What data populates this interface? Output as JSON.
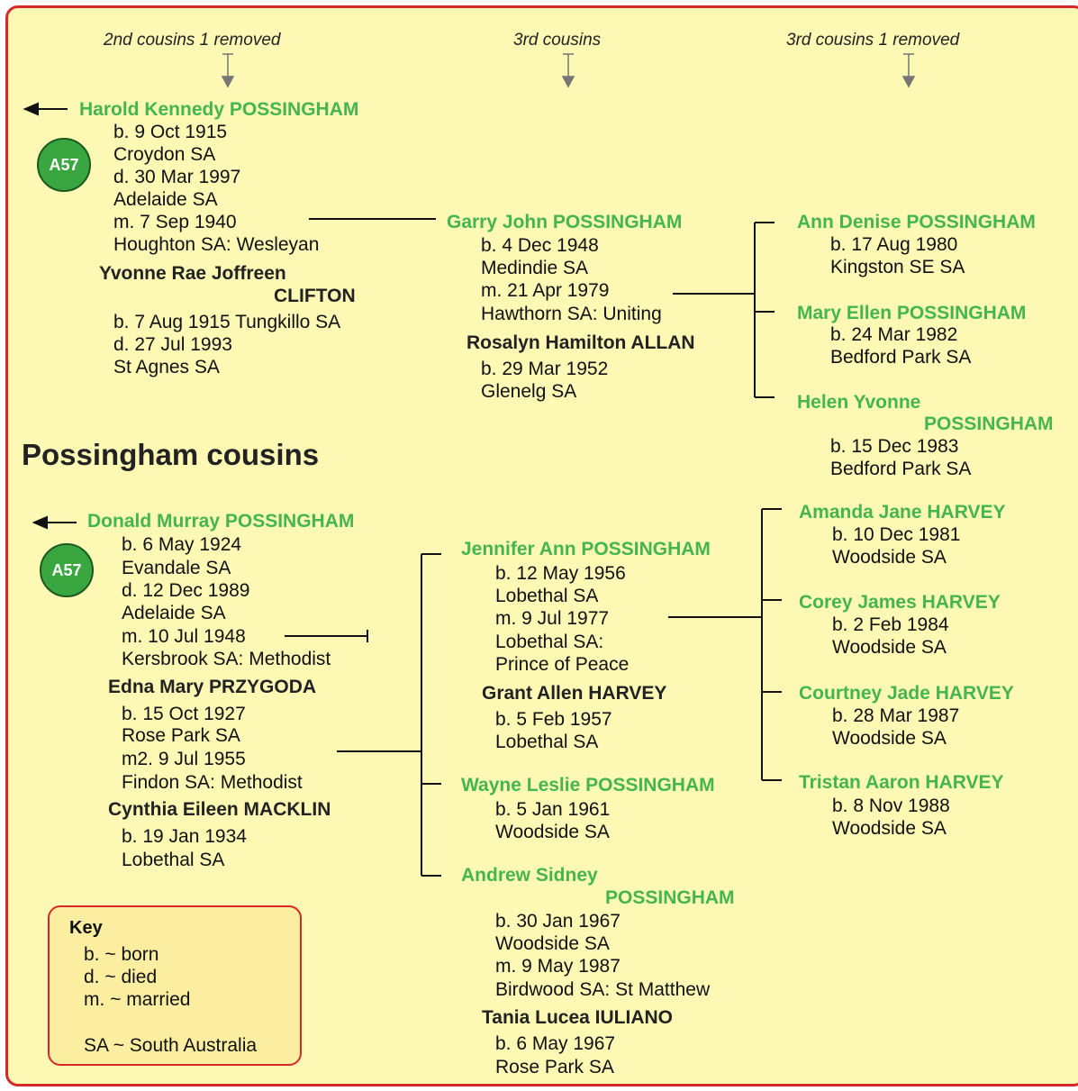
{
  "headers": [
    "2nd cousins 1 removed",
    "3rd cousins",
    "3rd cousins 1 removed"
  ],
  "title": "Possingham cousins",
  "badge_label": "A57",
  "people": {
    "harold": {
      "name": "Harold Kennedy POSSINGHAM",
      "details": [
        "b. 9 Oct 1915",
        "Croydon SA",
        "d. 30 Mar 1997",
        "Adelaide SA",
        "m. 7 Sep 1940",
        "Houghton SA: Wesleyan"
      ]
    },
    "yvonne": {
      "name_line1": "Yvonne Rae Joffreen",
      "name_line2": "CLIFTON",
      "details": [
        "b. 7 Aug 1915 Tungkillo SA",
        "d. 27 Jul 1993",
        "St Agnes SA"
      ]
    },
    "garry": {
      "name": "Garry John POSSINGHAM",
      "details": [
        "b. 4 Dec 1948",
        "Medindie SA",
        "m. 21 Apr 1979",
        "Hawthorn SA: Uniting"
      ]
    },
    "rosalyn": {
      "name": "Rosalyn Hamilton ALLAN",
      "details": [
        "b. 29 Mar 1952",
        "Glenelg SA"
      ]
    },
    "ann": {
      "name": "Ann Denise POSSINGHAM",
      "details": [
        "b. 17 Aug 1980",
        "Kingston SE SA"
      ]
    },
    "mary": {
      "name": "Mary Ellen POSSINGHAM",
      "details": [
        "b. 24 Mar 1982",
        "Bedford Park SA"
      ]
    },
    "helen": {
      "name_line1": "Helen Yvonne",
      "name_line2": "POSSINGHAM",
      "details": [
        "b. 15 Dec 1983",
        "Bedford Park SA"
      ]
    },
    "donald": {
      "name": "Donald Murray  POSSINGHAM",
      "details": [
        "b. 6 May 1924",
        "Evandale SA",
        "d. 12 Dec 1989",
        "Adelaide SA",
        "m. 10 Jul 1948",
        "Kersbrook SA: Methodist"
      ]
    },
    "edna": {
      "name": "Edna Mary PRZYGODA",
      "details": [
        "b. 15 Oct 1927",
        "Rose Park SA",
        "m2. 9 Jul 1955",
        "Findon SA: Methodist"
      ]
    },
    "cynthia": {
      "name": "Cynthia Eileen MACKLIN",
      "details": [
        "b. 19 Jan 1934",
        "Lobethal SA"
      ]
    },
    "jennifer": {
      "name": "Jennifer Ann POSSINGHAM",
      "details": [
        "b. 12 May 1956",
        "Lobethal SA",
        "m. 9 Jul 1977",
        "Lobethal SA:",
        "Prince of Peace"
      ]
    },
    "grant": {
      "name": "Grant Allen HARVEY",
      "details": [
        "b. 5 Feb 1957",
        "Lobethal SA"
      ]
    },
    "wayne": {
      "name": "Wayne Leslie POSSINGHAM",
      "details": [
        "b. 5 Jan 1961",
        "Woodside SA"
      ]
    },
    "andrew": {
      "name_line1": "Andrew Sidney",
      "name_line2": "POSSINGHAM",
      "details": [
        "b. 30 Jan 1967",
        "Woodside SA",
        "m. 9 May 1987",
        "Birdwood SA: St Matthew"
      ]
    },
    "tania": {
      "name": "Tania Lucea IULIANO",
      "details": [
        "b. 6 May 1967",
        "Rose Park SA"
      ]
    },
    "amanda": {
      "name": "Amanda Jane HARVEY",
      "details": [
        "b. 10 Dec 1981",
        "Woodside SA"
      ]
    },
    "corey": {
      "name": "Corey James HARVEY",
      "details": [
        "b. 2 Feb 1984",
        "Woodside SA"
      ]
    },
    "courtney": {
      "name": "Courtney Jade HARVEY",
      "details": [
        "b. 28 Mar 1987",
        "Woodside SA"
      ]
    },
    "tristan": {
      "name": "Tristan Aaron HARVEY",
      "details": [
        "b. 8 Nov 1988",
        "Woodside SA"
      ]
    }
  },
  "key": {
    "title": "Key",
    "items": [
      "b. ~ born",
      "d. ~ died",
      "m. ~ married",
      "",
      "SA ~ South Australia"
    ]
  },
  "colors": {
    "border": "#d42a2a",
    "background": "#fdf8b4",
    "name_green": "#45b550",
    "badge_green": "#3aa63f"
  }
}
